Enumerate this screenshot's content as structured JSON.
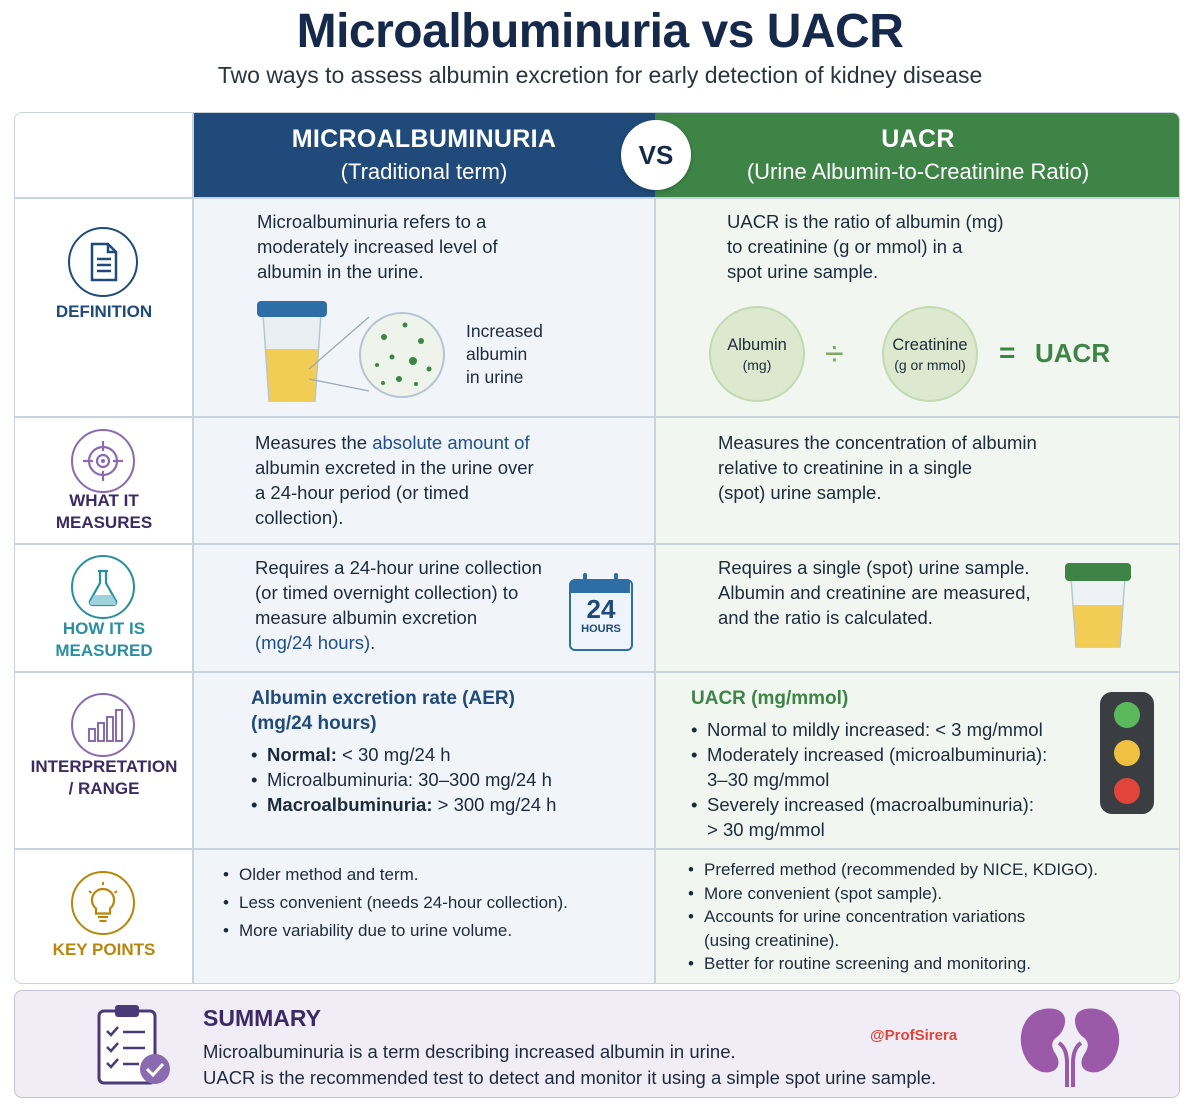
{
  "title": "Microalbuminuria vs UACR",
  "subtitle": "Two ways to assess albumin excretion for early detection of kidney disease",
  "vs": "VS",
  "header": {
    "left_title": "MICROALBUMINURIA",
    "left_sub": "(Traditional term)",
    "right_title": "UACR",
    "right_sub": "(Urine Albumin-to-Creatinine Ratio)"
  },
  "rows": {
    "definition": {
      "label": "DEFINITION",
      "icon": "document-icon",
      "left": [
        "Microalbuminuria refers to a",
        "moderately increased level of",
        "albumin in the urine."
      ],
      "left_caption": [
        "Increased",
        "albumin",
        "in urine"
      ],
      "right": [
        "UACR is the ratio of albumin (mg)",
        "to creatinine (g or mmol) in a",
        "spot urine sample."
      ],
      "formula": {
        "albumin": "Albumin",
        "albumin_unit": "(mg)",
        "divide": "÷",
        "creatinine": "Creatinine",
        "creatinine_unit": "(g or mmol)",
        "equals": "=",
        "result": "UACR"
      }
    },
    "what": {
      "label_1": "WHAT IT",
      "label_2": "MEASURES",
      "icon": "target-icon",
      "left_pre": "Measures the ",
      "left_hl": "absolute amount of",
      "left_rest": [
        "albumin excreted in the urine over",
        "a 24-hour period (or timed",
        "collection)."
      ],
      "right": [
        "Measures the concentration of albumin",
        "relative to creatinine in a single",
        "(spot) urine sample."
      ]
    },
    "how": {
      "label_1": "HOW IT IS",
      "label_2": "MEASURED",
      "icon": "flask-icon",
      "left": [
        "Requires a 24-hour urine collection",
        "(or timed overnight collection) to",
        "measure albumin excretion"
      ],
      "left_last_hl": "(mg/24 hours)",
      "left_last_rest": ".",
      "calendar_num": "24",
      "calendar_text": "HOURS",
      "right": [
        "Requires a single (spot) urine sample.",
        "Albumin and creatinine are measured,",
        "and the ratio is calculated."
      ]
    },
    "interp": {
      "label_1": "INTERPRETATION",
      "label_2": "/ RANGE",
      "icon": "bar-chart-icon",
      "left_heading_1": "Albumin excretion rate (AER)",
      "left_heading_2": "(mg/24 hours)",
      "left_items": [
        {
          "b": "Normal:",
          "t": " < 30 mg/24 h"
        },
        {
          "b": "",
          "t": "Microalbuminuria: 30–300 mg/24 h"
        },
        {
          "b": "Macroalbuminuria:",
          "t": " > 300 mg/24 h"
        }
      ],
      "right_heading": "UACR (mg/mmol)",
      "right_items": [
        "Normal to mildly increased: < 3 mg/mmol",
        "Moderately increased (microalbuminuria):",
        "3–30 mg/mmol",
        "Severely increased (macroalbuminuria):",
        "> 30 mg/mmol"
      ]
    },
    "key": {
      "label": "KEY POINTS",
      "icon": "lightbulb-icon",
      "left_items": [
        "Older method and term.",
        "Less convenient (needs 24-hour collection).",
        "More variability due to urine volume."
      ],
      "right_items": [
        "Preferred method (recommended by NICE, KDIGO).",
        "More convenient (spot sample).",
        "Accounts for urine concentration variations",
        "(using creatinine).",
        "Better for routine screening and monitoring."
      ]
    }
  },
  "summary": {
    "title": "SUMMARY",
    "line1": "Microalbuminuria is a term describing increased albumin in urine.",
    "line2": "UACR is the recommended test to detect and monitor it using a simple spot urine sample.",
    "handle": "@ProfSirera",
    "icons": [
      "checklist-icon",
      "kidneys-icon"
    ]
  },
  "colors": {
    "navy": "#1f4a7a",
    "green": "#3e8447",
    "purple": "#3b2a63",
    "gold": "#b8860b",
    "teal": "#2a8fa0"
  }
}
